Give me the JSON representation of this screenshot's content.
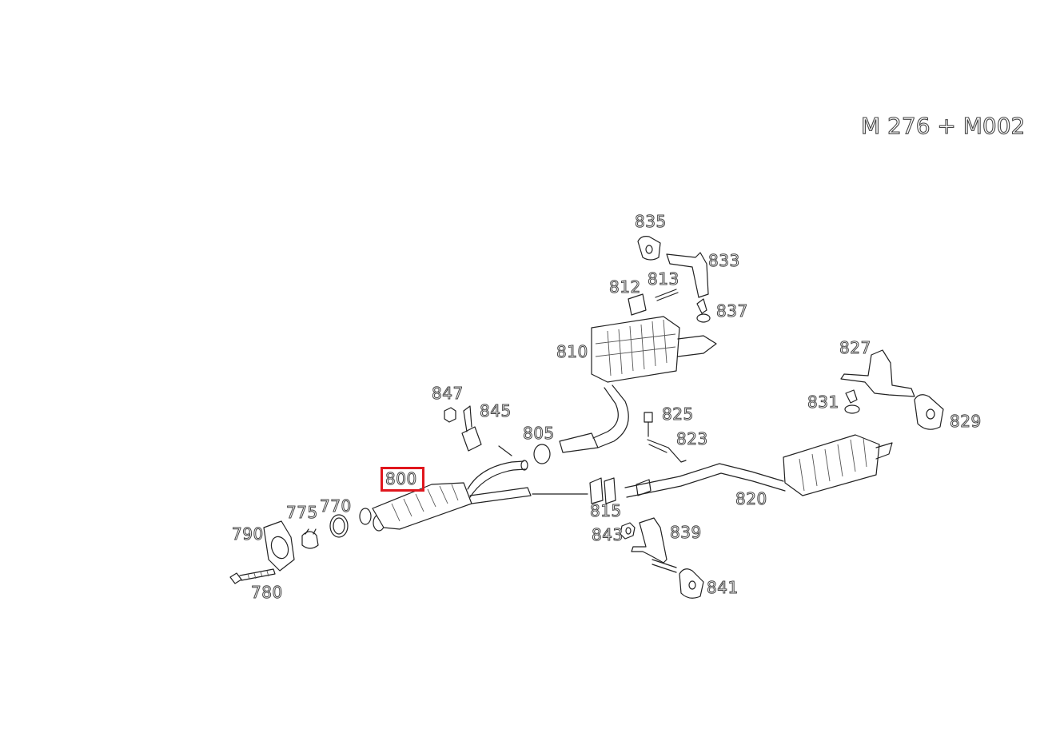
{
  "title": "M 276 + M002",
  "highlight_color": "#e0161d",
  "selected_part": "800",
  "parts": {
    "p780": "780",
    "p790": "790",
    "p775": "775",
    "p770": "770",
    "p800": "800",
    "p805": "805",
    "p810": "810",
    "p812": "812",
    "p813": "813",
    "p833": "833",
    "p835": "835",
    "p837": "837",
    "p815": "815",
    "p820": "820",
    "p823": "823",
    "p825": "825",
    "p827": "827",
    "p829": "829",
    "p831": "831",
    "p839": "839",
    "p841": "841",
    "p843": "843",
    "p845": "845",
    "p847": "847"
  }
}
